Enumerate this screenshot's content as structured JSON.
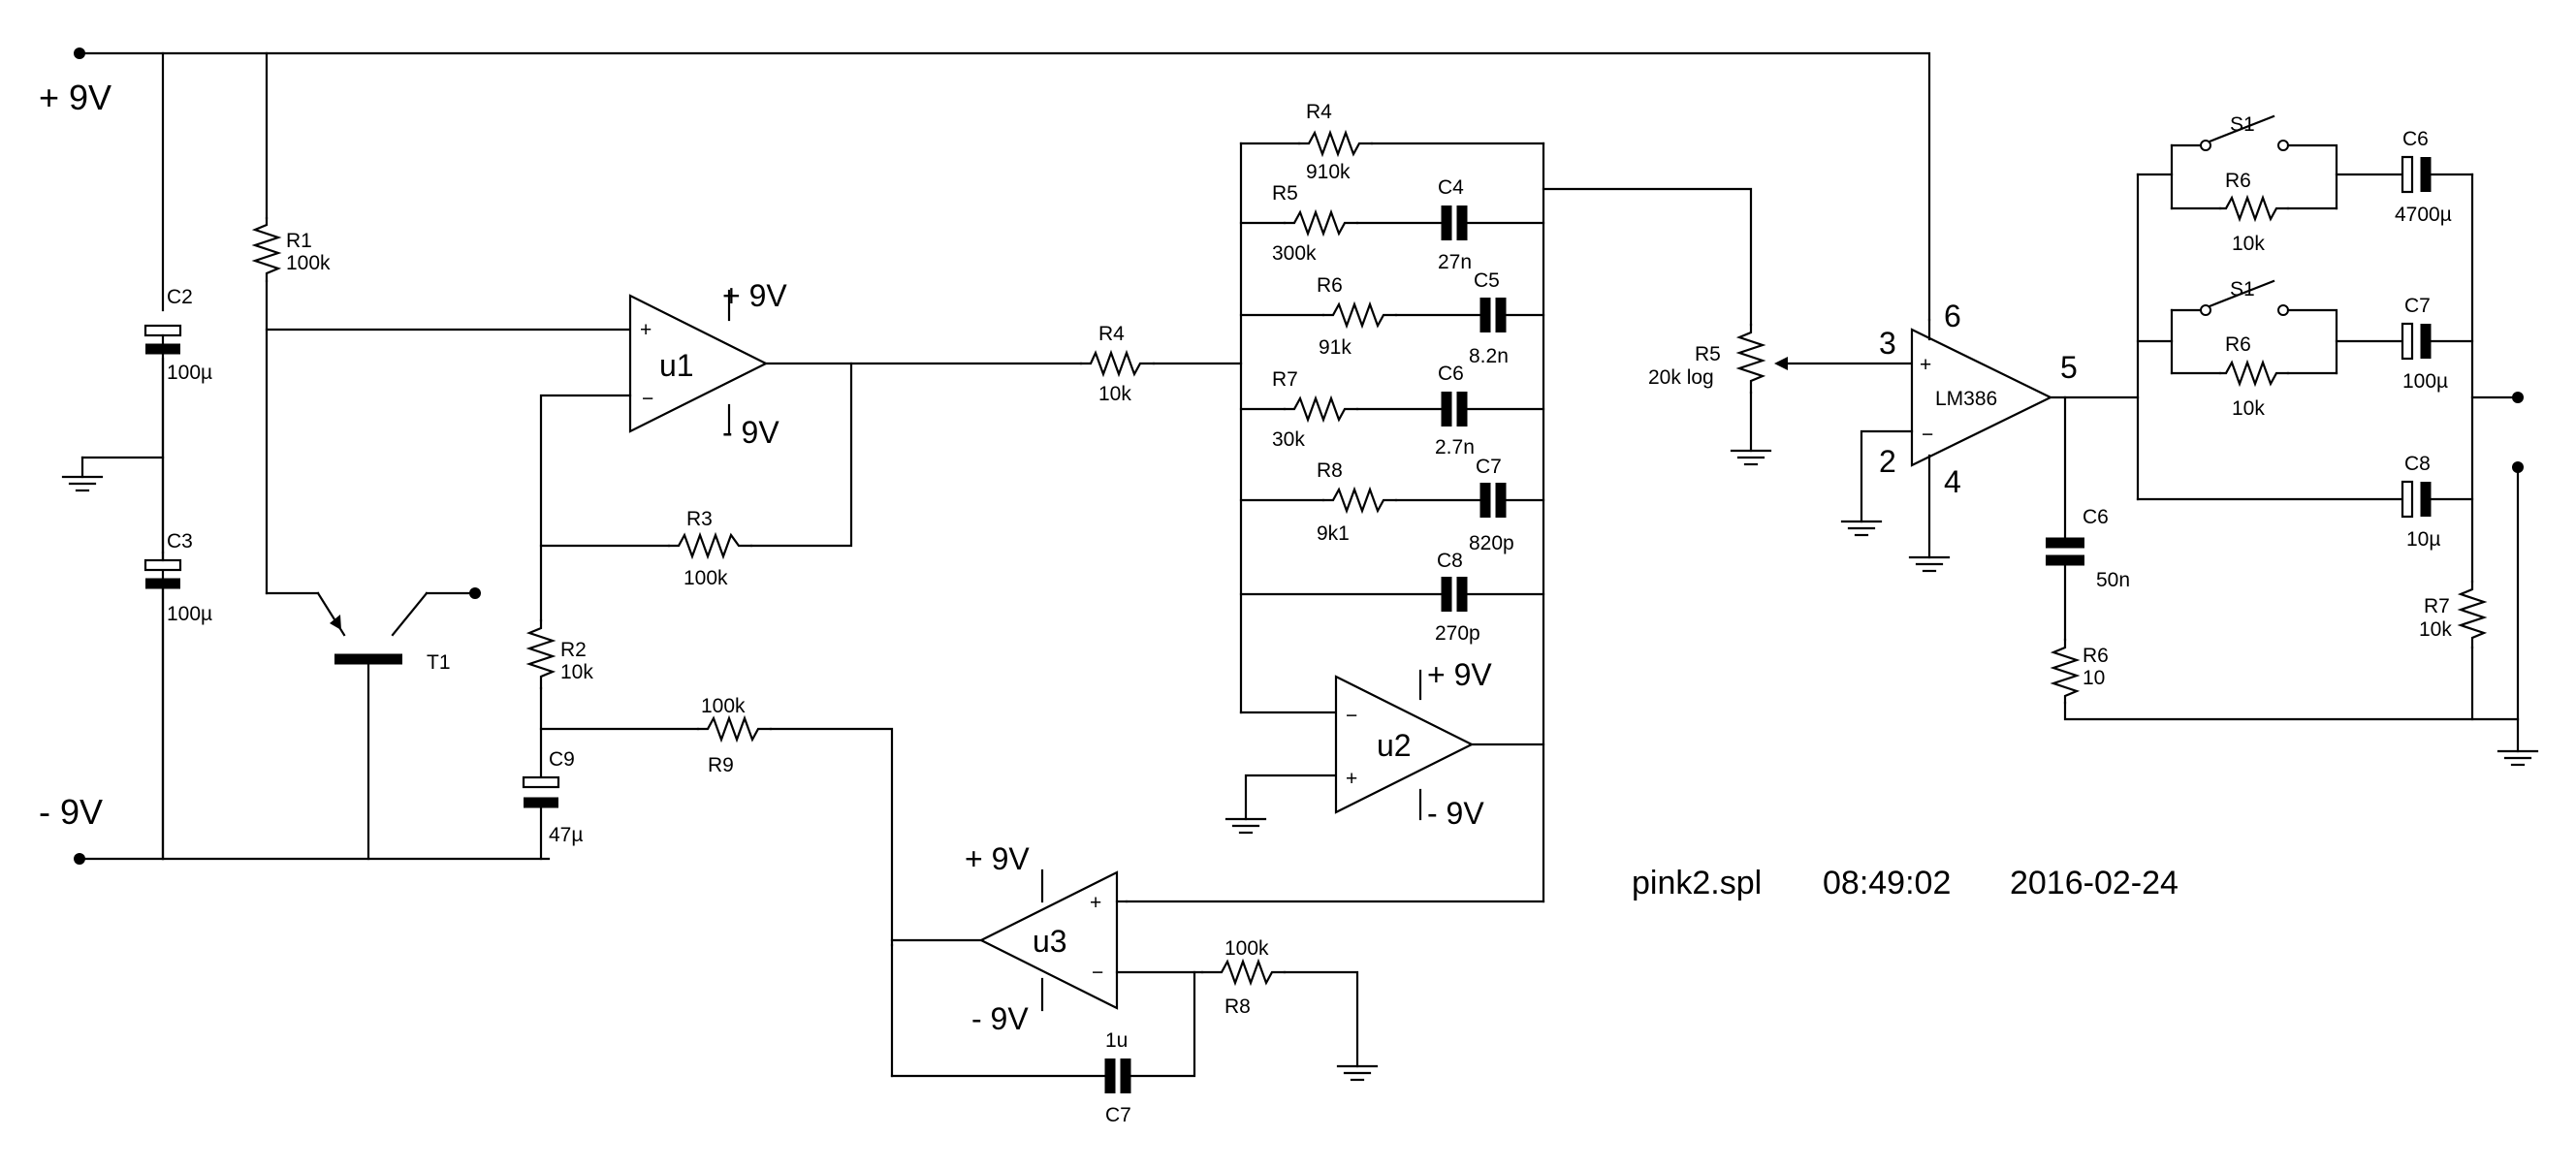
{
  "rails": {
    "pos": "+ 9V",
    "neg": "- 9V"
  },
  "title": {
    "file": "pink2.spl",
    "time": "08:49:02",
    "date": "2016-02-24"
  },
  "opamps": {
    "u1": {
      "name": "u1",
      "vpos": "+ 9V",
      "vneg": "- 9V"
    },
    "u2": {
      "name": "u2",
      "vpos": "+ 9V",
      "vneg": "- 9V"
    },
    "u3": {
      "name": "u3",
      "vpos": "+ 9V",
      "vneg": "- 9V"
    },
    "lm": {
      "name": "LM386",
      "pin3": "3",
      "pin2": "2",
      "pin6": "6",
      "pin4": "4",
      "pin5": "5"
    }
  },
  "comps": {
    "C2": {
      "ref": "C2",
      "val": "100µ"
    },
    "C3": {
      "ref": "C3",
      "val": "100µ"
    },
    "R1": {
      "ref": "R1",
      "val": "100k"
    },
    "T1": {
      "ref": "T1"
    },
    "R2": {
      "ref": "R2",
      "val": "10k"
    },
    "C9": {
      "ref": "C9",
      "val": "47µ"
    },
    "R3": {
      "ref": "R3",
      "val": "100k"
    },
    "R9": {
      "ref": "R9",
      "val": "100k"
    },
    "R4a": {
      "ref": "R4",
      "val": "10k"
    },
    "R4b": {
      "ref": "R4",
      "val": "910k"
    },
    "R5a": {
      "ref": "R5",
      "val": "300k"
    },
    "C4": {
      "ref": "C4",
      "val": "27n"
    },
    "R6a": {
      "ref": "R6",
      "val": "91k"
    },
    "C5": {
      "ref": "C5",
      "val": "8.2n"
    },
    "R7a": {
      "ref": "R7",
      "val": "30k"
    },
    "C6a": {
      "ref": "C6",
      "val": "2.7n"
    },
    "R8a": {
      "ref": "R8",
      "val": "9k1"
    },
    "C7a": {
      "ref": "C7",
      "val": "820p"
    },
    "C8a": {
      "ref": "C8",
      "val": "270p"
    },
    "R8b": {
      "ref": "R8",
      "val": "100k"
    },
    "C7b": {
      "ref": "C7",
      "val": "1u"
    },
    "R5pot": {
      "ref": "R5",
      "val": "20k log"
    },
    "C6b": {
      "ref": "C6",
      "val": "50n"
    },
    "R6b": {
      "ref": "R6",
      "val": "10"
    },
    "S1a": {
      "ref": "S1"
    },
    "R6c": {
      "ref": "R6",
      "val": "10k"
    },
    "C6c": {
      "ref": "C6",
      "val": "4700µ"
    },
    "S1b": {
      "ref": "S1"
    },
    "R6d": {
      "ref": "R6",
      "val": "10k"
    },
    "C7c": {
      "ref": "C7",
      "val": "100µ"
    },
    "C8c": {
      "ref": "C8",
      "val": "10µ"
    },
    "R7c": {
      "ref": "R7",
      "val": "10k"
    }
  },
  "icons": [
    "ground-icon",
    "resistor-icon",
    "capacitor-icon",
    "polarized-capacitor-icon",
    "opamp-icon",
    "transistor-icon",
    "switch-icon",
    "potentiometer-icon"
  ]
}
